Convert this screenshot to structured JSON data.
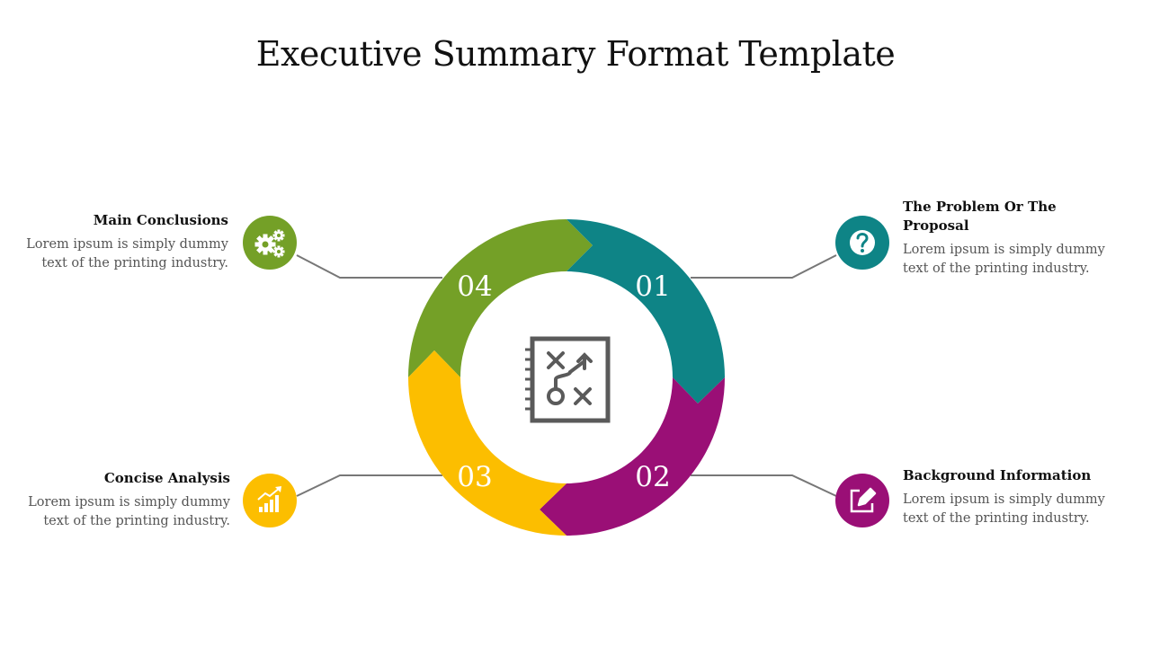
{
  "title": "Executive Summary Format Template",
  "colors": {
    "teal": "#0e8486",
    "magenta": "#9a0f76",
    "yellow": "#fcbe00",
    "green": "#74a027",
    "connector": "#777777",
    "center_icon": "#5a5a5a"
  },
  "segments": [
    {
      "number": "01",
      "color": "teal"
    },
    {
      "number": "02",
      "color": "magenta"
    },
    {
      "number": "03",
      "color": "yellow"
    },
    {
      "number": "04",
      "color": "green"
    }
  ],
  "center_icon": "strategy-board-icon",
  "items": [
    {
      "heading": "The Problem Or The Proposal",
      "text": "Lorem ipsum is simply dummy text of the printing industry.",
      "icon": "question-icon",
      "color": "teal"
    },
    {
      "heading": "Background Information",
      "text": "Lorem ipsum is simply dummy text of the printing industry.",
      "icon": "edit-icon",
      "color": "magenta"
    },
    {
      "heading": "Concise Analysis",
      "text": "Lorem ipsum is simply dummy text of the printing industry.",
      "icon": "growth-chart-icon",
      "color": "yellow"
    },
    {
      "heading": "Main Conclusions",
      "text": "Lorem ipsum is simply dummy text of the printing industry.",
      "icon": "gears-icon",
      "color": "green"
    }
  ]
}
